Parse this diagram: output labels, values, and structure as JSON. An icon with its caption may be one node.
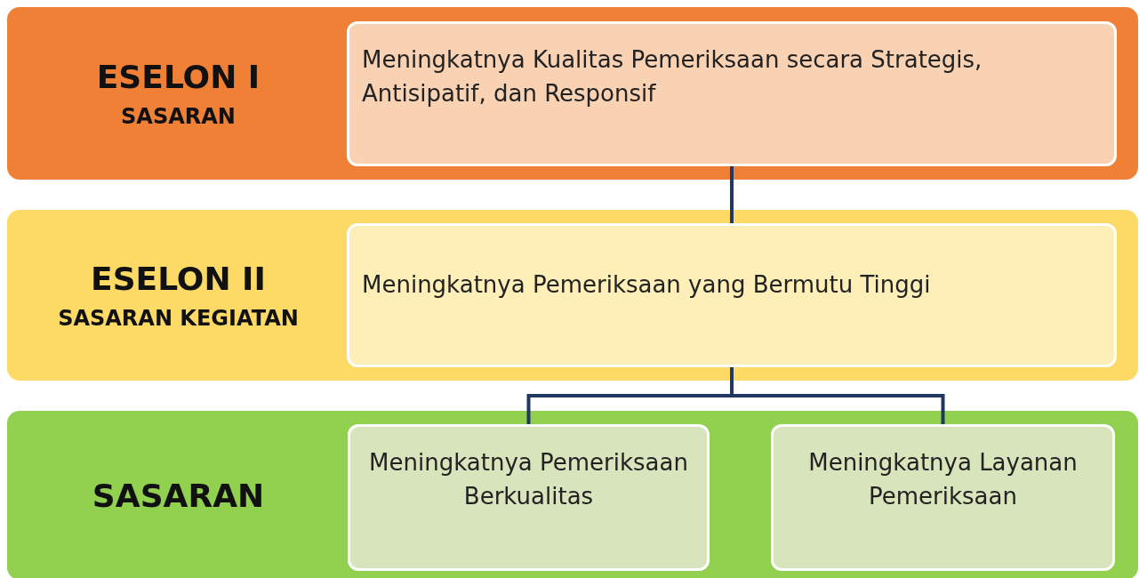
{
  "diagram": {
    "nodes": [
      {
        "text": [
          "ESELON I",
          "SASARAN"
        ]
      },
      {
        "text": [
          "Meningkatnya Kualitas Pemeriksaan secara Strategis, Antisipatif, dan Responsif"
        ],
        "in": 0
      },
      {
        "text": [
          "ESELON II",
          "SASARAN KEGIATAN"
        ]
      },
      {
        "text": [
          "Meningkatnya Pemeriksaan yang Bermutu Tinggi"
        ],
        "in": 2
      },
      {
        "text": [
          "SASARAN"
        ]
      },
      {
        "text": [
          "Meningkatnya Pemeriksaan Berkualitas"
        ],
        "in": 4
      },
      {
        "text": [
          "Meningkatnya Layanan Pemeriksaan"
        ],
        "in": 4
      }
    ],
    "edges": [
      {
        "from": 1,
        "to": 3,
        "arrow": "none"
      },
      {
        "from": 3,
        "to": 5,
        "arrow": "none"
      },
      {
        "from": 3,
        "to": 6,
        "arrow": "none"
      }
    ]
  }
}
